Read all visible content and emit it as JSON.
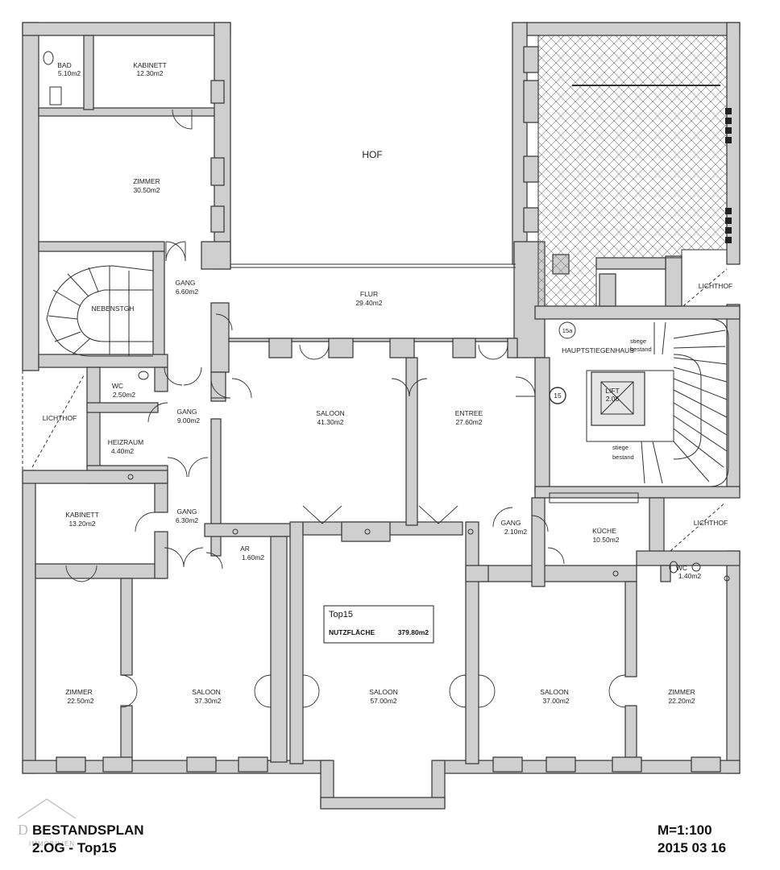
{
  "plan": {
    "top_label": {
      "name": "Top15",
      "area_label": "NUTZFLÄCHE",
      "area_value": "379.80m2"
    },
    "footer": {
      "title": "BESTANDSPLAN",
      "subtitle": "2.OG - Top15",
      "scale": "M=1:100",
      "date": "2015 03 16"
    },
    "watermark": {
      "name": "D",
      "sub": "IMMOBILIEN"
    },
    "stair_marks": {
      "circle_small": "15a",
      "circle_big": "15",
      "stiege_top": "stiege",
      "bestand_top": "bestand",
      "stiege_bottom": "stiege",
      "bestand_bottom": "bestand"
    },
    "rooms": [
      {
        "id": "bad",
        "lines": [
          "BAD",
          "5.10m2"
        ]
      },
      {
        "id": "kabinett-top",
        "lines": [
          "KABINETT",
          "12.30m2"
        ]
      },
      {
        "id": "hof",
        "lines": [
          "HOF"
        ]
      },
      {
        "id": "zimmer-top",
        "lines": [
          "ZIMMER",
          "30.50m2"
        ]
      },
      {
        "id": "gang-top",
        "lines": [
          "GANG",
          "6.60m2"
        ]
      },
      {
        "id": "nebenstgh",
        "lines": [
          "NEBENSTGH"
        ]
      },
      {
        "id": "flur",
        "lines": [
          "FLUR",
          "29.40m2"
        ]
      },
      {
        "id": "lichthof-right-top",
        "lines": [
          "LICHTHOF"
        ]
      },
      {
        "id": "hauptstiegenhaus",
        "lines": [
          "HAUPTSTIEGENHAUS"
        ]
      },
      {
        "id": "wc-left",
        "lines": [
          "WC",
          "2.50m2"
        ]
      },
      {
        "id": "lichthof-left",
        "lines": [
          "LICHTHOF"
        ]
      },
      {
        "id": "gang-mid",
        "lines": [
          "GANG",
          "9.00m2"
        ]
      },
      {
        "id": "saloon-413",
        "lines": [
          "SALOON",
          "41.30m2"
        ]
      },
      {
        "id": "entree",
        "lines": [
          "ENTREE",
          "27.60m2"
        ]
      },
      {
        "id": "lift",
        "lines": [
          "LIFT",
          "2.06"
        ]
      },
      {
        "id": "heizraum",
        "lines": [
          "HEIZRAUM",
          "4.40m2"
        ]
      },
      {
        "id": "kabinett-bottom",
        "lines": [
          "KABINETT",
          "13.20m2"
        ]
      },
      {
        "id": "gang-low",
        "lines": [
          "GANG",
          "6.30m2"
        ]
      },
      {
        "id": "ar",
        "lines": [
          "AR",
          "1.60m2"
        ]
      },
      {
        "id": "gang-right",
        "lines": [
          "GANG",
          "2.10m2"
        ]
      },
      {
        "id": "kueche",
        "lines": [
          "KÜCHE",
          "10.50m2"
        ]
      },
      {
        "id": "lichthof-right-bottom",
        "lines": [
          "LICHTHOF"
        ]
      },
      {
        "id": "wc-right",
        "lines": [
          "WC",
          "1.40m2"
        ]
      },
      {
        "id": "zimmer-left",
        "lines": [
          "ZIMMER",
          "22.50m2"
        ]
      },
      {
        "id": "saloon-373",
        "lines": [
          "SALOON",
          "37.30m2"
        ]
      },
      {
        "id": "saloon-570",
        "lines": [
          "SALOON",
          "57.00m2"
        ]
      },
      {
        "id": "saloon-370",
        "lines": [
          "SALOON",
          "37.00m2"
        ]
      },
      {
        "id": "zimmer-right",
        "lines": [
          "ZIMMER",
          "22.20m2"
        ]
      }
    ]
  }
}
